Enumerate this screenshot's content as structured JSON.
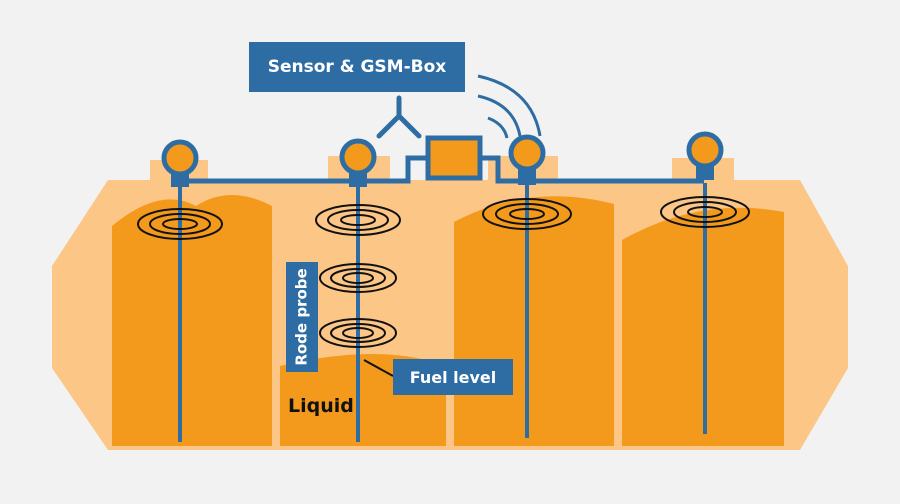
{
  "labels": {
    "sensor_box": "Sensor & GSM-Box",
    "rod_probe": "Rode probe",
    "fuel_level": "Fuel level",
    "liquid": "Liquid"
  },
  "colors": {
    "background": "#f2f2f2",
    "tank_body": "#fcc687",
    "liquid": "#f39a1c",
    "sensor_blue": "#2e6da4",
    "sensor_orange": "#f39a1c",
    "ring_stroke": "#111111"
  },
  "icons": [
    "antenna-icon",
    "wireless-signal-icon",
    "sensor-head-icon",
    "signal-ring-icon"
  ]
}
